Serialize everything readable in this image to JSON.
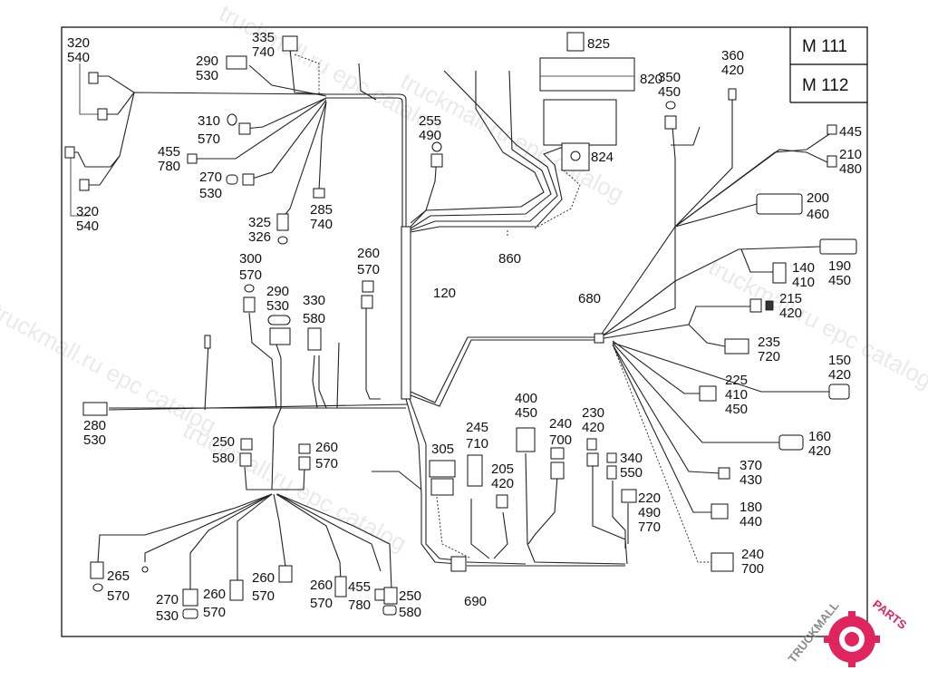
{
  "model_box": {
    "line1": "M 111",
    "line2": "M 112"
  },
  "labels": [
    {
      "id": "l-320-540-top",
      "a": "320",
      "b": "540"
    },
    {
      "id": "l-320-540-bot",
      "a": "320",
      "b": "540"
    },
    {
      "id": "l-290-530-top",
      "a": "290",
      "b": "530"
    },
    {
      "id": "l-335-740",
      "a": "335",
      "b": "740"
    },
    {
      "id": "l-310-570",
      "a": "310",
      "b": "570"
    },
    {
      "id": "l-455-780-top",
      "a": "455",
      "b": "780"
    },
    {
      "id": "l-270-530-top",
      "a": "270",
      "b": "530"
    },
    {
      "id": "l-325-326",
      "a": "325",
      "b": "326"
    },
    {
      "id": "l-285-740",
      "a": "285",
      "b": "740"
    },
    {
      "id": "l-825",
      "a": "825",
      "b": ""
    },
    {
      "id": "l-820",
      "a": "820",
      "b": ""
    },
    {
      "id": "l-824",
      "a": "824",
      "b": ""
    },
    {
      "id": "l-255-490",
      "a": "255",
      "b": "490"
    },
    {
      "id": "l-860",
      "a": "860",
      "b": ""
    },
    {
      "id": "l-350-450",
      "a": "350",
      "b": "450"
    },
    {
      "id": "l-360-420",
      "a": "360",
      "b": "420"
    },
    {
      "id": "l-445",
      "a": "445",
      "b": ""
    },
    {
      "id": "l-210-480",
      "a": "210",
      "b": "480"
    },
    {
      "id": "l-200-460",
      "a": "200",
      "b": "460"
    },
    {
      "id": "l-190-450",
      "a": "190",
      "b": "450"
    },
    {
      "id": "l-140-410",
      "a": "140",
      "b": "410"
    },
    {
      "id": "l-215-420",
      "a": "215",
      "b": "420"
    },
    {
      "id": "l-680",
      "a": "680",
      "b": ""
    },
    {
      "id": "l-235-720",
      "a": "235",
      "b": "720"
    },
    {
      "id": "l-150-420",
      "a": "150",
      "b": "420"
    },
    {
      "id": "l-225-410-450",
      "a": "225",
      "b": "410",
      "c": "450"
    },
    {
      "id": "l-160-420",
      "a": "160",
      "b": "420"
    },
    {
      "id": "l-370-430",
      "a": "370",
      "b": "430"
    },
    {
      "id": "l-180-440",
      "a": "180",
      "b": "440"
    },
    {
      "id": "l-240-700-right",
      "a": "240",
      "b": "700"
    },
    {
      "id": "l-120",
      "a": "120",
      "b": ""
    },
    {
      "id": "l-260-570-mid",
      "a": "260",
      "b": "570"
    },
    {
      "id": "l-300-570",
      "a": "300",
      "b": "570"
    },
    {
      "id": "l-290-530-mid",
      "a": "290",
      "b": "530"
    },
    {
      "id": "l-330-580",
      "a": "330",
      "b": "580"
    },
    {
      "id": "l-280-530",
      "a": "280",
      "b": "530"
    },
    {
      "id": "l-250-580-top",
      "a": "250",
      "b": "580"
    },
    {
      "id": "l-260-570-a",
      "a": "260",
      "b": "570"
    },
    {
      "id": "l-305",
      "a": "305",
      "b": ""
    },
    {
      "id": "l-245-710",
      "a": "245",
      "b": "710"
    },
    {
      "id": "l-205-420",
      "a": "205",
      "b": "420"
    },
    {
      "id": "l-400-450",
      "a": "400",
      "b": "450"
    },
    {
      "id": "l-240-700-mid",
      "a": "240",
      "b": "700"
    },
    {
      "id": "l-230-420",
      "a": "230",
      "b": "420"
    },
    {
      "id": "l-340-550",
      "a": "340",
      "b": "550"
    },
    {
      "id": "l-220-490-770",
      "a": "220",
      "b": "490",
      "c": "770"
    },
    {
      "id": "l-690",
      "a": "690",
      "b": ""
    },
    {
      "id": "l-265-570",
      "a": "265",
      "b": "570"
    },
    {
      "id": "l-270-530-bot",
      "a": "270",
      "b": "530"
    },
    {
      "id": "l-260-570-b",
      "a": "260",
      "b": "570"
    },
    {
      "id": "l-260-570-c",
      "a": "260",
      "b": "570"
    },
    {
      "id": "l-260-570-d",
      "a": "260",
      "b": "570"
    },
    {
      "id": "l-455-780-bot",
      "a": "455",
      "b": "780"
    },
    {
      "id": "l-250-580-bot",
      "a": "250",
      "b": "580"
    }
  ],
  "watermark": {
    "text": "truckmall.ru epc catalog"
  },
  "logo": {
    "brand": "TRUCKMALLPARTS",
    "part1": "TRUCKMALL",
    "part2": "PARTS",
    "color_main": "#8a8a8a",
    "color_accent": "#e0245e"
  }
}
